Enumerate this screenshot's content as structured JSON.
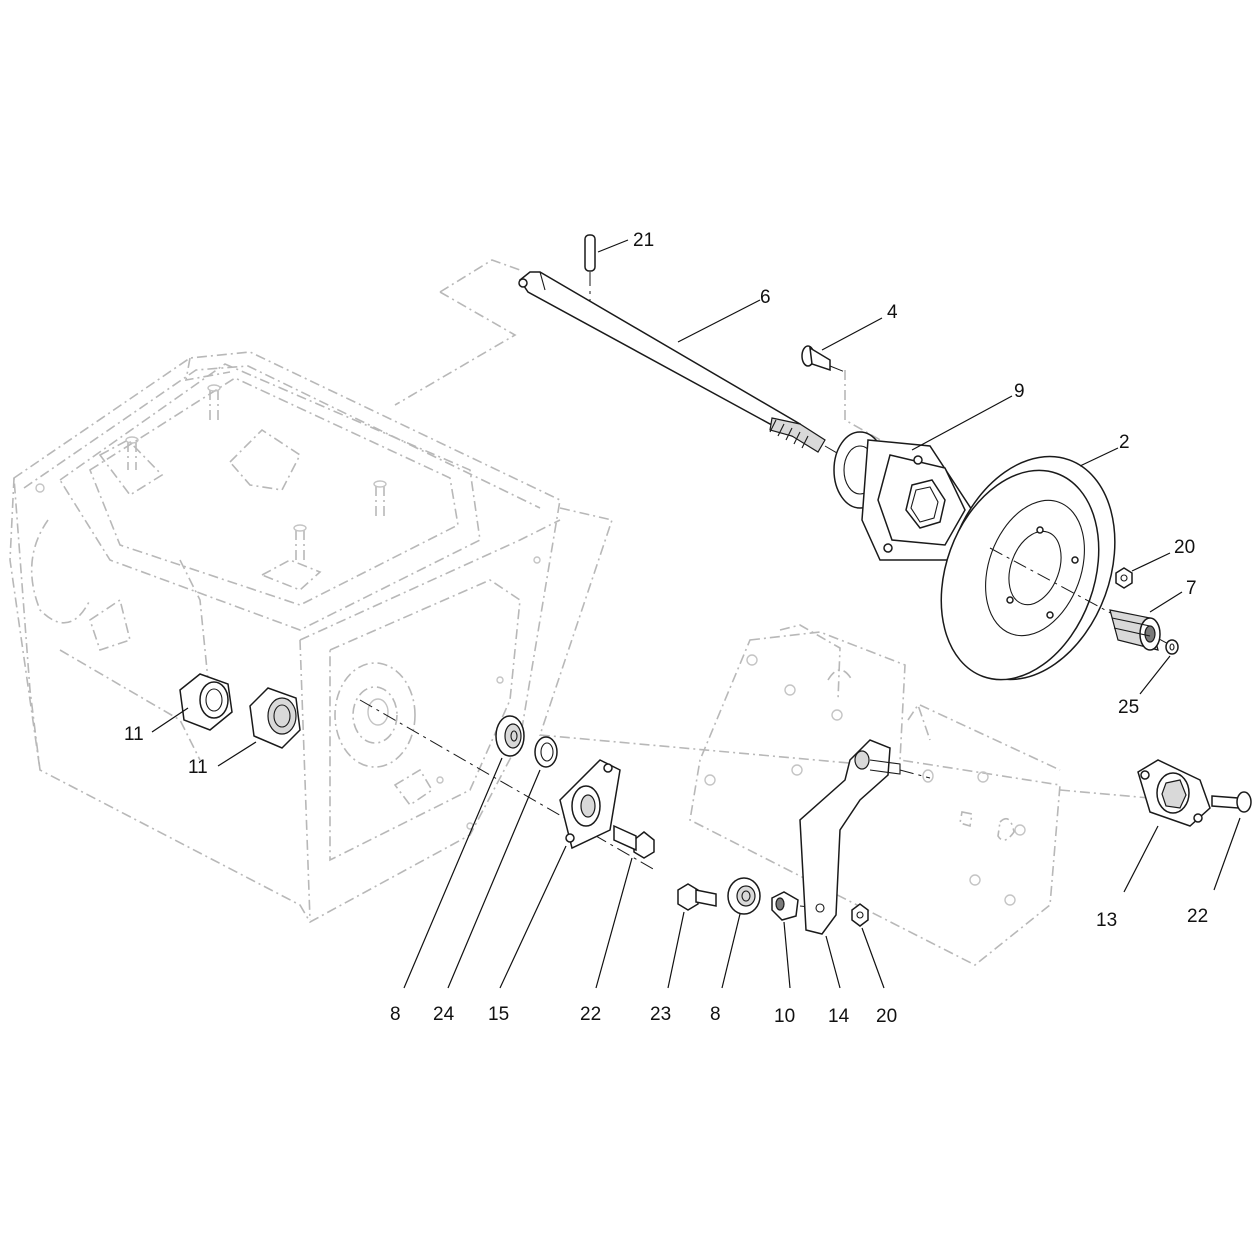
{
  "diagram": {
    "callouts": [
      {
        "key": "c21",
        "label": "21"
      },
      {
        "key": "c6",
        "label": "6"
      },
      {
        "key": "c4",
        "label": "4"
      },
      {
        "key": "c9",
        "label": "9"
      },
      {
        "key": "c2",
        "label": "2"
      },
      {
        "key": "c20a",
        "label": "20"
      },
      {
        "key": "c7",
        "label": "7"
      },
      {
        "key": "c25",
        "label": "25"
      },
      {
        "key": "c11a",
        "label": "11"
      },
      {
        "key": "c11b",
        "label": "11"
      },
      {
        "key": "c13",
        "label": "13"
      },
      {
        "key": "c22a",
        "label": "22"
      },
      {
        "key": "c8a",
        "label": "8"
      },
      {
        "key": "c24",
        "label": "24"
      },
      {
        "key": "c15",
        "label": "15"
      },
      {
        "key": "c22b",
        "label": "22"
      },
      {
        "key": "c23",
        "label": "23"
      },
      {
        "key": "c8b",
        "label": "8"
      },
      {
        "key": "c10",
        "label": "10"
      },
      {
        "key": "c14",
        "label": "14"
      },
      {
        "key": "c20b",
        "label": "20"
      }
    ]
  }
}
